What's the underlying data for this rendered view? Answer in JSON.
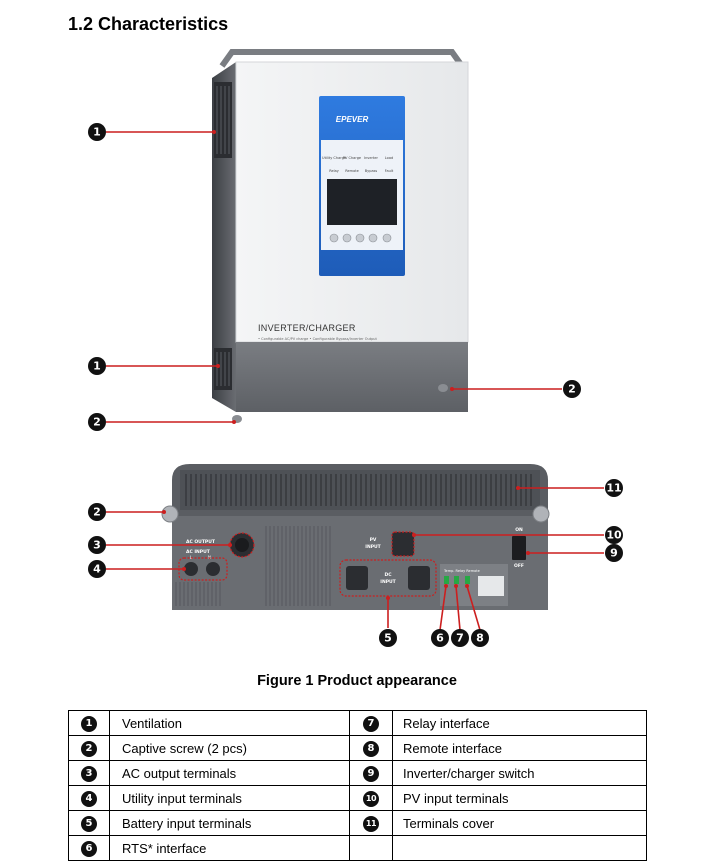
{
  "section_title": "1.2 Characteristics",
  "figure_caption": "Figure 1 Product appearance",
  "device": {
    "brand_logo": "EPEVER",
    "model_label": "INVERTER/CHARGER",
    "model_sublabel": "• Configurable AC/PV charge  • Configurable Bypass/Inverter Output",
    "panel_rows": [
      [
        "Utility Charge",
        "PV Charge",
        "Inverter",
        "Load"
      ],
      [
        "Relay",
        "Remote",
        "Bypass",
        "Fault"
      ]
    ],
    "ac_output_label": "AC OUTPUT",
    "ac_input_label": "AC INPUT",
    "ac_input_terms": [
      "L",
      "N"
    ],
    "pv_input_label": [
      "PV",
      "INPUT"
    ],
    "dc_input_label": [
      "DC",
      "INPUT"
    ],
    "switch_on_label": "ON",
    "switch_off_label": "OFF",
    "rts_header": "Temp.  Relay Remote"
  },
  "callouts": {
    "c1a": "1",
    "c1b": "1",
    "c2a": "2",
    "c2b": "2",
    "c2c": "2",
    "c3": "3",
    "c4": "4",
    "c5": "5",
    "c6": "6",
    "c7": "7",
    "c8": "8",
    "c9": "9",
    "c10": "10",
    "c11": "11"
  },
  "legend": [
    {
      "left_num": "1",
      "left": "Ventilation",
      "right_num": "7",
      "right": "Relay interface"
    },
    {
      "left_num": "2",
      "left": "Captive screw (2 pcs)",
      "right_num": "8",
      "right": "Remote interface"
    },
    {
      "left_num": "3",
      "left": "AC output terminals",
      "right_num": "9",
      "right": "Inverter/charger switch"
    },
    {
      "left_num": "4",
      "left": "Utility input terminals",
      "right_num": "10",
      "right": "PV input terminals"
    },
    {
      "left_num": "5",
      "left": "Battery input terminals",
      "right_num": "11",
      "right": "Terminals cover"
    },
    {
      "left_num": "6",
      "left": "RTS* interface",
      "right_num": "",
      "right": ""
    }
  ],
  "colors": {
    "accent_blue": "#2a6fd0",
    "callout_line": "#cc1f1f",
    "housing_dark": "#55585d",
    "housing_light": "#eef0f2"
  }
}
